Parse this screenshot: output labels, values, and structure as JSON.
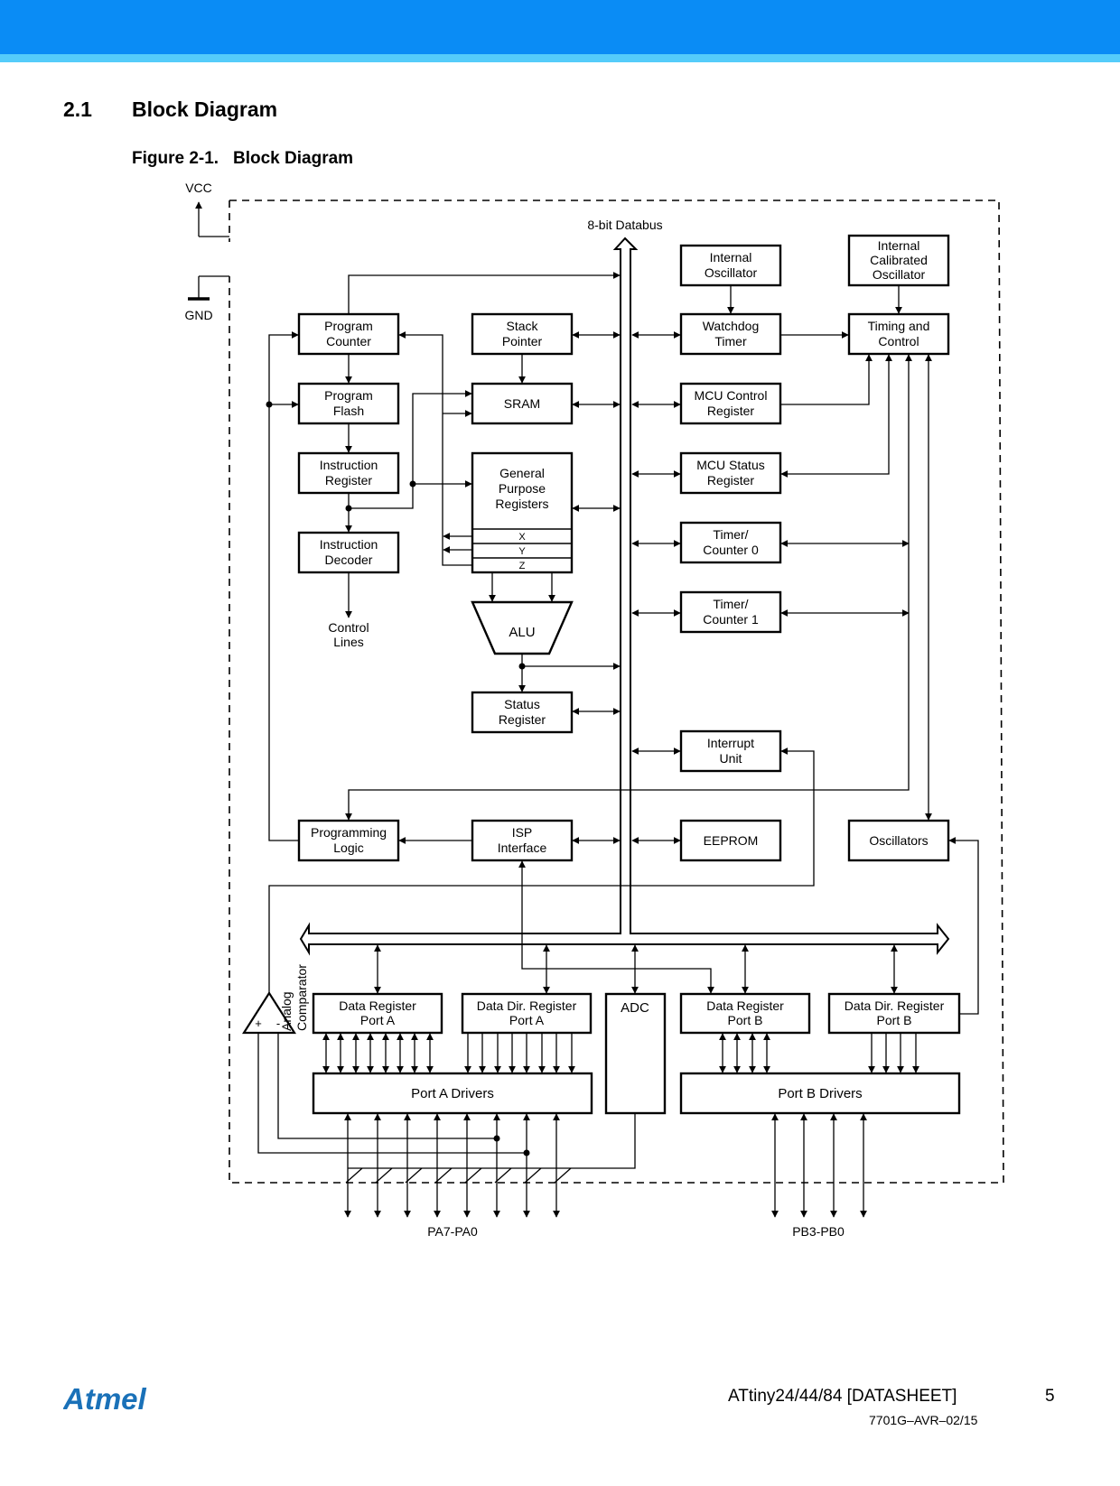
{
  "header": {
    "section_number": "2.1",
    "section_title": "Block Diagram",
    "figure_number": "Figure 2-1.",
    "figure_title": "Block Diagram"
  },
  "diagram": {
    "vcc": "VCC",
    "gnd": "GND",
    "databus": "8-bit Databus",
    "program_counter": [
      "Program",
      "Counter"
    ],
    "stack_pointer": [
      "Stack",
      "Pointer"
    ],
    "program_flash": [
      "Program",
      "Flash"
    ],
    "sram": "SRAM",
    "instruction_register": [
      "Instruction",
      "Register"
    ],
    "gpr": [
      "General",
      "Purpose",
      "Registers"
    ],
    "reg_x": "X",
    "reg_y": "Y",
    "reg_z": "Z",
    "instruction_decoder": [
      "Instruction",
      "Decoder"
    ],
    "control_lines": [
      "Control",
      "Lines"
    ],
    "alu": "ALU",
    "status_register": [
      "Status",
      "Register"
    ],
    "internal_oscillator": [
      "Internal",
      "Oscillator"
    ],
    "internal_calibrated_oscillator": [
      "Internal",
      "Calibrated",
      "Oscillator"
    ],
    "watchdog_timer": [
      "Watchdog",
      "Timer"
    ],
    "timing_control": [
      "Timing and",
      "Control"
    ],
    "mcu_control_register": [
      "MCU Control",
      "Register"
    ],
    "mcu_status_register": [
      "MCU Status",
      "Register"
    ],
    "timer_counter0": [
      "Timer/",
      "Counter 0"
    ],
    "timer_counter1": [
      "Timer/",
      "Counter 1"
    ],
    "interrupt_unit": [
      "Interrupt",
      "Unit"
    ],
    "programming_logic": [
      "Programming",
      "Logic"
    ],
    "isp_interface": [
      "ISP",
      "Interface"
    ],
    "eeprom": "EEPROM",
    "oscillators": "Oscillators",
    "analog_comparator": [
      "Analog",
      "Comparator"
    ],
    "comp_plus": "+",
    "comp_minus": "-",
    "data_register_a": [
      "Data Register",
      "Port A"
    ],
    "data_dir_register_a": [
      "Data Dir. Register",
      "Port A"
    ],
    "adc": "ADC",
    "data_register_b": [
      "Data Register",
      "Port B"
    ],
    "data_dir_register_b": [
      "Data Dir. Register",
      "Port B"
    ],
    "port_a_drivers": "Port A Drivers",
    "port_b_drivers": "Port B Drivers",
    "port_a_pins": "PA7-PA0",
    "port_b_pins": "PB3-PB0"
  },
  "footer": {
    "logo": "Atmel",
    "doc_title": "ATtiny24/44/84 [DATASHEET]",
    "page_number": "5",
    "doc_code": "7701G–AVR–02/15"
  }
}
